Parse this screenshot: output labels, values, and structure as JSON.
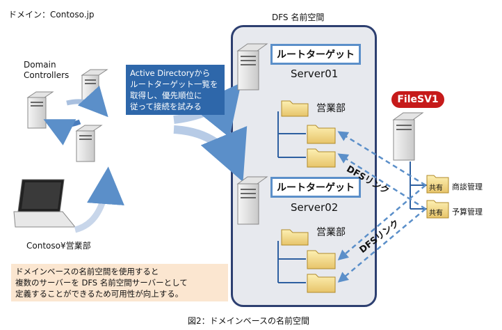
{
  "domain_label": "ドメイン：Contoso.jp",
  "dfs_namespace_title": "DFS 名前空間",
  "domain_controllers_label": "Domain\nControllers",
  "client_label": "Contoso¥営業部",
  "callout": "Active Directoryから\nルートターゲット一覧を\n取得し、優先順位に\n従って接続を試みる",
  "note": "ドメインベースの名前空間を使用すると\n複数のサーバーを DFS 名前空間サーバーとして\n定義することができるため可用性が向上する。",
  "root_target_label": "ルートターゲット",
  "servers": [
    {
      "name": "Server01",
      "folder": "営業部"
    },
    {
      "name": "Server02",
      "folder": "営業部"
    }
  ],
  "file_server": "FileSV1",
  "share_badge": "共有",
  "shares": [
    "商談管理",
    "予算管理"
  ],
  "dfs_link_label": "DFSリンク",
  "caption": "図2：ドメインベースの名前空間",
  "colors": {
    "panel_border": "#2d3f70",
    "panel_fill": "#e7e9ee",
    "callout": "#2e67aa",
    "filesv": "#c61a1a",
    "note": "#fbe6d0",
    "link": "#5b8fc9"
  }
}
